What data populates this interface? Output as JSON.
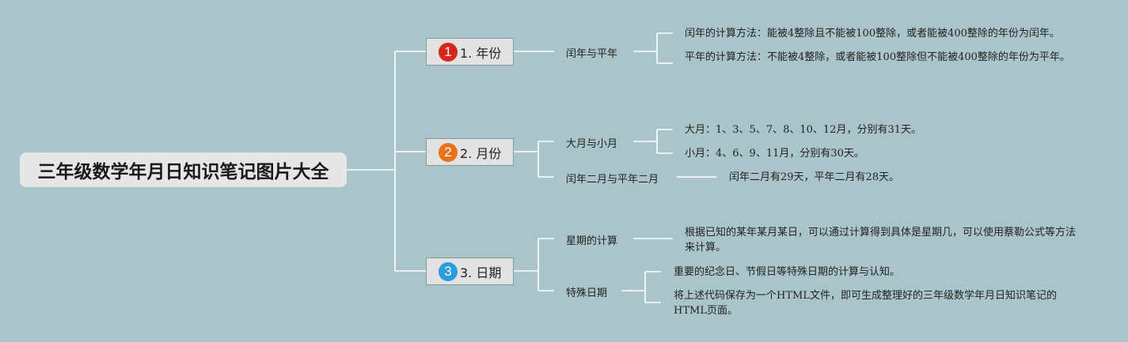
{
  "root": {
    "title": "三年级数学年月日知识笔记图片大全"
  },
  "branches": [
    {
      "number": "1",
      "label": "1. 年份",
      "badge_color": "#d7261c",
      "subs": [
        {
          "label": "闰年与平年",
          "leaves": [
            "闰年的计算方法：能被4整除且不能被100整除，或者能被400整除的年份为闰年。",
            "平年的计算方法：不能被4整除，或者能被100整除但不能被400整除的年份为平年。"
          ]
        }
      ]
    },
    {
      "number": "2",
      "label": "2. 月份",
      "badge_color": "#e8731c",
      "subs": [
        {
          "label": "大月与小月",
          "leaves": [
            "大月：1、3、5、7、8、10、12月，分别有31天。",
            "小月：4、6、9、11月，分别有30天。"
          ]
        },
        {
          "label": "闰年二月与平年二月",
          "leaves": [
            "闰年二月有29天，平年二月有28天。"
          ]
        }
      ]
    },
    {
      "number": "3",
      "label": "3. 日期",
      "badge_color": "#2b9bd9",
      "subs": [
        {
          "label": "星期的计算",
          "leaves": [
            "根据已知的某年某月某日，可以通过计算得到具体是星期几，可以使用蔡勒公式等方法来计算。"
          ]
        },
        {
          "label": "特殊日期",
          "leaves": [
            "重要的纪念日、节假日等特殊日期的计算与认知。",
            "将上述代码保存为一个HTML文件，即可生成整理好的三年级数学年月日知识笔记的HTML页面。"
          ]
        }
      ]
    }
  ]
}
